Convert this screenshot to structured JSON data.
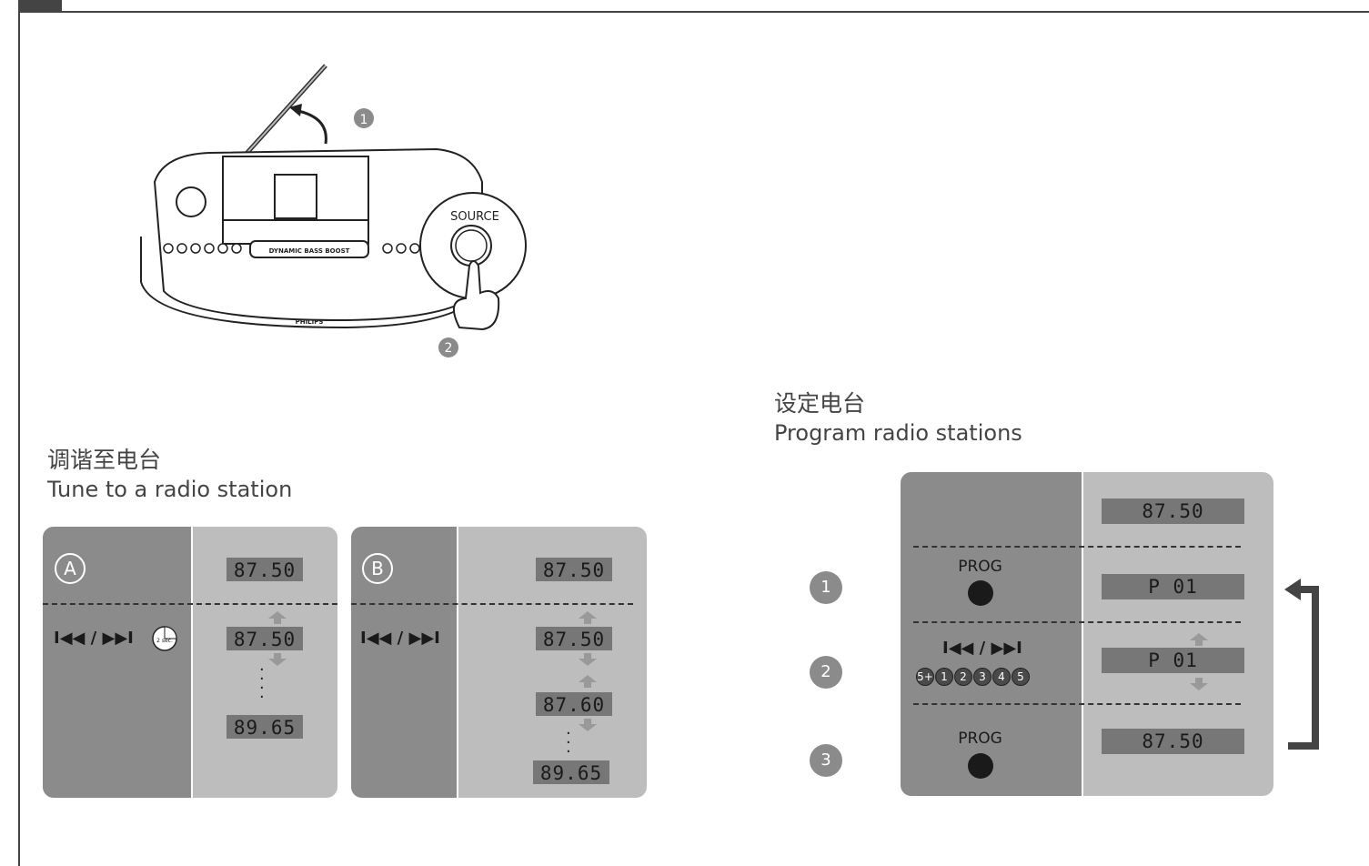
{
  "illustration": {
    "step1": "1",
    "step2": "2",
    "source_label": "SOURCE",
    "panel_text": "DYNAMIC BASS BOOST",
    "brand": "PHILIPS"
  },
  "tune": {
    "title_zh": "调谐至电台",
    "title_en": "Tune to a radio station",
    "panel_a": {
      "letter": "A",
      "control": "I◀◀ / ▶▶I",
      "timer_label": "2 sec.",
      "top_display": "87.50",
      "displays": [
        "87.50",
        "89.65"
      ]
    },
    "panel_b": {
      "letter": "B",
      "control": "I◀◀ / ▶▶I",
      "top_display": "87.50",
      "displays": [
        "87.50",
        "87.60",
        "89.65"
      ]
    }
  },
  "program": {
    "title_zh": "设定电台",
    "title_en": "Program radio stations",
    "top_display": "87.50",
    "steps": [
      {
        "num": "1",
        "label": "PROG",
        "display": "P 01"
      },
      {
        "num": "2",
        "label": "I◀◀ / ▶▶I",
        "buttons": [
          "5+",
          "1",
          "2",
          "3",
          "4",
          "5"
        ],
        "display": "P 01"
      },
      {
        "num": "3",
        "label": "PROG",
        "display": "87.50"
      }
    ]
  }
}
